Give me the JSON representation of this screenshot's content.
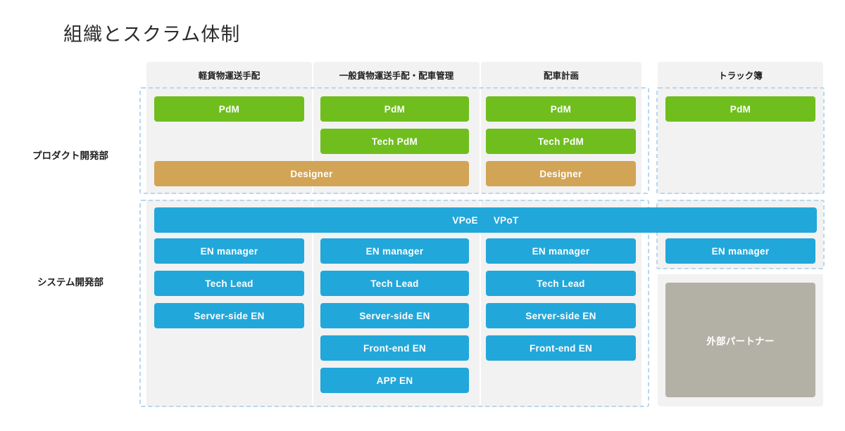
{
  "title": "組織とスクラム体制",
  "row_labels": {
    "product": "プロダクト開発部",
    "system": "システム開発部"
  },
  "columns": [
    {
      "id": "c1",
      "header": "軽貨物運送手配"
    },
    {
      "id": "c2",
      "header": "一般貨物運送手配・配車管理"
    },
    {
      "id": "c3",
      "header": "配車計画"
    },
    {
      "id": "c4",
      "header": "トラック簿"
    }
  ],
  "roles": {
    "pdm": "PdM",
    "tech_pdm": "Tech PdM",
    "designer": "Designer",
    "vpoe": "VPoE",
    "vpot": "VPoT",
    "en_manager": "EN manager",
    "tech_lead": "Tech Lead",
    "server_side_en": "Server-side EN",
    "front_end_en": "Front-end EN",
    "app_en": "APP EN",
    "external_partner": "外部パートナー"
  },
  "colors": {
    "green": "#6fbe1e",
    "blue": "#22a7da",
    "tan": "#d2a455",
    "grey": "#b3b1a6",
    "panel": "#f2f2f2",
    "dashed_border": "#b9d7ef",
    "background": "#ffffff",
    "text_dark": "#1f1f1f"
  }
}
